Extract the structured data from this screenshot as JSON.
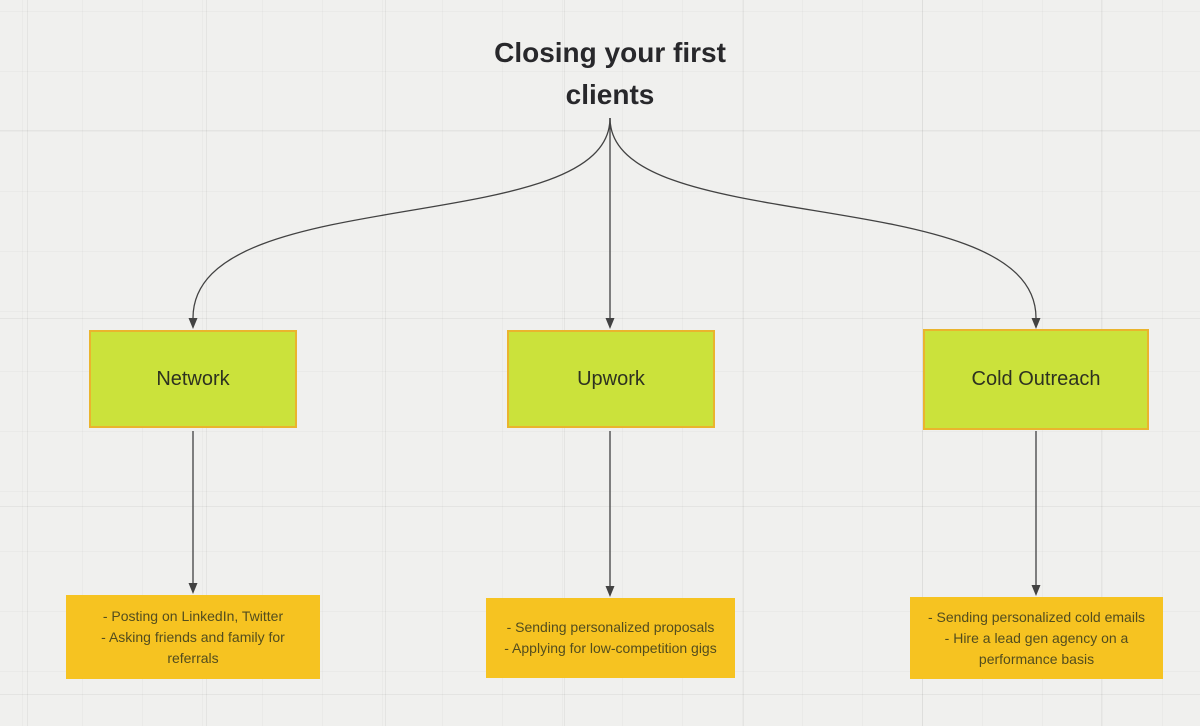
{
  "theme": {
    "canvas-bg": "#f0f0ee",
    "connector": "#424242",
    "title-text": "#28282b",
    "branch-fill": "#cbe23b",
    "branch-border": "#eab42d",
    "branch-text": "#2e3220",
    "detail-fill": "#f6c321",
    "detail-text": "#534d1e"
  },
  "diagram": {
    "title": "Closing your first clients",
    "branches": [
      {
        "label": "Network",
        "details": "- Posting on LinkedIn, Twitter\n- Asking friends and family for referrals"
      },
      {
        "label": "Upwork",
        "details": "- Sending personalized proposals\n- Applying for low-competition gigs"
      },
      {
        "label": "Cold Outreach",
        "details": "- Sending personalized cold emails\n- Hire a lead gen agency on a performance basis"
      }
    ]
  }
}
